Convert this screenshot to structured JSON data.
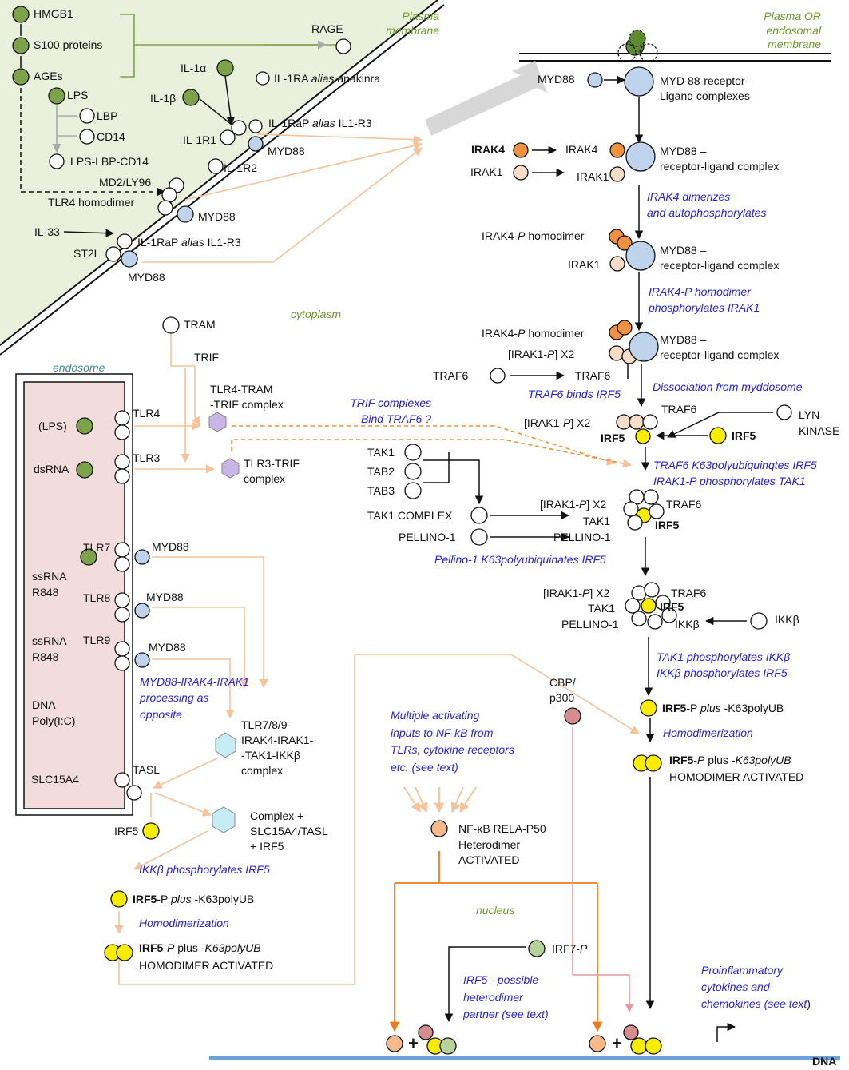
{
  "colors": {
    "green": "#7da34a",
    "blue": "#bfd3ec",
    "orange": "#f0913f",
    "peach": "#f7dcc7",
    "yellow": "#f8ec00",
    "lavender": "#c9b5e6",
    "cyan": "#c6ecf6",
    "rose": "#d58c8c",
    "salmon": "#f6b98a",
    "arrow": "#111111",
    "light_arrow": "#f5c29a",
    "dark_orange": "#f07a1d",
    "pink_arrow": "#e79aa0",
    "note_blue": "#2323e0",
    "cell_bg": "#e9f0dc",
    "endo_bg": "#f2dcdc",
    "dna": "#6da2dd"
  },
  "membrane": {
    "plasma": "Plasma\nmembrane",
    "other": "Plasma OR\nendosomal\nmembrane",
    "cytoplasm": "cytoplasm",
    "endosome": "endosome",
    "nucleus": "nucleus",
    "dna": "DNA"
  },
  "ligands": {
    "hmgb1": "HMGB1",
    "s100": "S100 proteins",
    "ages": "AGEs",
    "lps": "LPS",
    "lbp": "LBP",
    "cd14": "CD14",
    "lps_complex": "LPS-LBP-CD14",
    "md2": "MD2/LY96",
    "tlr4_homodimer": "TLR4 homodimer",
    "rage": "RAGE",
    "il1a": "IL-1α",
    "il1b": "IL-1β",
    "il1ra_pre": "IL-1RA ",
    "il1ra_alias": "alias",
    "il1ra_post": " anakinra",
    "il1rap_1_pre": "IL-1RaP ",
    "il1rap_1_alias": "alias",
    "il1rap_1_post": " IL1-R3",
    "il1r1": "IL-1R1",
    "myd88_a": "MYD88",
    "il1r2": "IL-1R2",
    "myd88_b": "MYD88",
    "il33": "IL-33",
    "st2l": "ST2L",
    "il1rap_2_pre": "IL-1RaP ",
    "il1rap_2_alias": "alias",
    "il1rap_2_post": " IL1-R3",
    "myd88_c": "MYD88"
  },
  "right_cascade": {
    "myd88_top": "MYD88",
    "receptor_complex": "MYD 88-receptor-\nLigand complexes",
    "irak4_bold": "IRAK4",
    "irak4": "IRAK4",
    "irak1_a": "IRAK1",
    "irak1_b": "IRAK1",
    "myd88_rlc_1": "MYD88 –\nreceptor-ligand complex",
    "note1": "IRAK4 dimerizes\nand autophosphorylates",
    "irak4p_homo_1_a": "IRAK4-",
    "irak4p_homo_1_p": "P",
    "irak4p_homo_1_b": " homodimer",
    "irak1_c": "IRAK1",
    "myd88_rlc_2": "MYD88 –\nreceptor-ligand complex",
    "note2": "IRAK4-P homodimer\nphosphorylates IRAK1",
    "irak4p_homo_2_a": "IRAK4-",
    "irak4p_homo_2_p": "P",
    "irak4p_homo_2_b": " homodimer",
    "irak1p_x2_1_a": "[IRAK1-",
    "irak1p_x2_1_p": "P",
    "irak1p_x2_1_b": "] X2",
    "traf6_left": "TRAF6",
    "traf6_a": "TRAF6",
    "myd88_rlc_3": "MYD88 –\nreceptor-ligand complex",
    "note3": "TRAF6 binds IRF5",
    "note4": "Dissociation from myddosome",
    "irak1p_x2_2_a": "[IRAK1-",
    "irak1p_x2_2_p": "P",
    "irak1p_x2_2_b": "] X2",
    "traf6_b": "TRAF6",
    "irf5_a": "IRF5",
    "irf5_b": "IRF5",
    "lyn": "LYN\nKINASE",
    "note5": "TRAF6 K63polyubiquinqtes IRF5\nIRAK1-P phosphorylates TAK1",
    "tak1": "TAK1",
    "tab2": "TAB2",
    "tab3": "TAB3",
    "tak1_complex": "TAK1 COMPLEX",
    "pellino1": "PELLINO-1",
    "irak1p_x2_3_a": "[IRAK1-",
    "irak1p_x2_3_p": "P",
    "irak1p_x2_3_b": "] X2",
    "traf6_c": "TRAF6",
    "tak1_b": "TAK1",
    "irf5_c": "IRF5",
    "pellino1_b": "PELLINO-1",
    "note6": "Pellino-1 K63polyubiquinates IRF5",
    "irak1p_x2_4_a": "[IRAK1-",
    "irak1p_x2_4_p": "P",
    "irak1p_x2_4_b": "] X2",
    "traf6_d": "TRAF6",
    "tak1_c": "TAK1",
    "irf5_d": "IRF5",
    "pellino1_c": "PELLINO-1",
    "ikkb": "IKKβ",
    "ikkb_b": "IKKβ",
    "note7": "TAK1 phosphorylates IKKβ\nIKKβ phosphorylates IRF5",
    "cbp": "CBP/\np300",
    "irf5p_1_a": "IRF5",
    "irf5p_1_b": "-P ",
    "irf5p_1_c": "plus",
    "irf5p_1_d": " -K63polyUB",
    "note8": "Homodimerization",
    "irf5p_2_a": "IRF5",
    "irf5p_2_b": "-",
    "irf5p_2_c": "P",
    "irf5p_2_d": " plus -",
    "irf5p_2_e": "K63polyUB",
    "homodimer_activated": "HOMODIMER ACTIVATED",
    "note_prefix": "Proinflammatory\ncytokines and\nchemokines (see text"
  },
  "endosome_block": {
    "lps": "(LPS)",
    "tlr4": "TLR4",
    "dsrna": "dsRNA",
    "tlr3": "TLR3",
    "tlr7": "TLR7",
    "myd88_7": "MYD88",
    "ssrna1": "ssRNA\nR848",
    "tlr8": "TLR8",
    "myd88_8": "MYD88",
    "ssrna2": "ssRNA\nR848",
    "tlr9": "TLR9",
    "myd88_9": "MYD88",
    "dna": "DNA\nPoly(I:C)",
    "slc": "SLC15A4",
    "tasl": "TASL",
    "irf5": "IRF5",
    "tram": "TRAM",
    "trif": "TRIF",
    "tlr4_tram_trif": "TLR4-TRAM\n-TRIF complex",
    "tlr3_trif": "TLR3-TRIF\ncomplex",
    "trif_note": "TRIF complexes\nBind TRAF6 ?",
    "processing_note": "MYD88-IRAK4-IRAK1\nprocessing as\nopposite",
    "tlr789_complex": "TLR7/8/9-\nIRAK4-IRAK1-\n-TAK1-IKKβ\ncomplex",
    "complex_plus": "Complex +\nSLC15A4/TASL\n+ IRF5",
    "ikkb_note": "IKKβ phosphorylates IRF5",
    "irf5p_1_a": "IRF5",
    "irf5p_1_b": "-P ",
    "irf5p_1_c": "plus",
    "irf5p_1_d": " -K63polyUB",
    "homodimerization": "Homodimerization",
    "irf5p_2_a": "IRF5",
    "irf5p_2_b": "-",
    "irf5p_2_c": "P",
    "irf5p_2_d": " plus -",
    "irf5p_2_e": "K63polyUB",
    "homodimer_activated": "HOMODIMER ACTIVATED"
  },
  "nfkb": {
    "note": "Multiple activating\ninputs to NF-kB from\nTLRs, cytokine receptors\netc. (see text)",
    "label": "NF-κB RELA-P50\nHeterodimer\nACTIVATED",
    "irf7_a": "IRF7-",
    "irf7_p": "P",
    "irf5_partner": "IRF5 - possible\n heterodimer\npartner (see text)",
    "plus1": "+",
    "plus2": "+"
  }
}
